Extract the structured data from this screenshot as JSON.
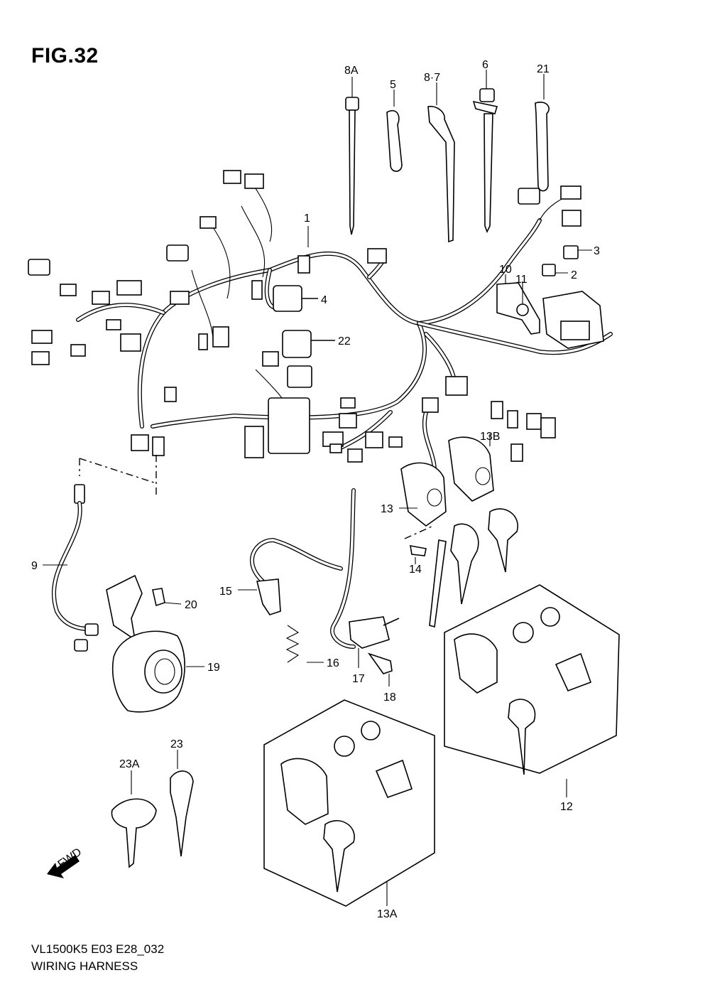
{
  "figure": {
    "title": "FIG.32",
    "model_code": "VL1500K5 E03 E28_032",
    "caption": "WIRING HARNESS"
  },
  "part_labels": [
    "1",
    "2",
    "3",
    "4",
    "5",
    "6",
    "8A",
    "8·7",
    "9",
    "10",
    "11",
    "12",
    "13",
    "13A",
    "13B",
    "14",
    "15",
    "16",
    "17",
    "18",
    "19",
    "20",
    "21",
    "22",
    "23",
    "23A"
  ],
  "fwd_label": "FWD"
}
